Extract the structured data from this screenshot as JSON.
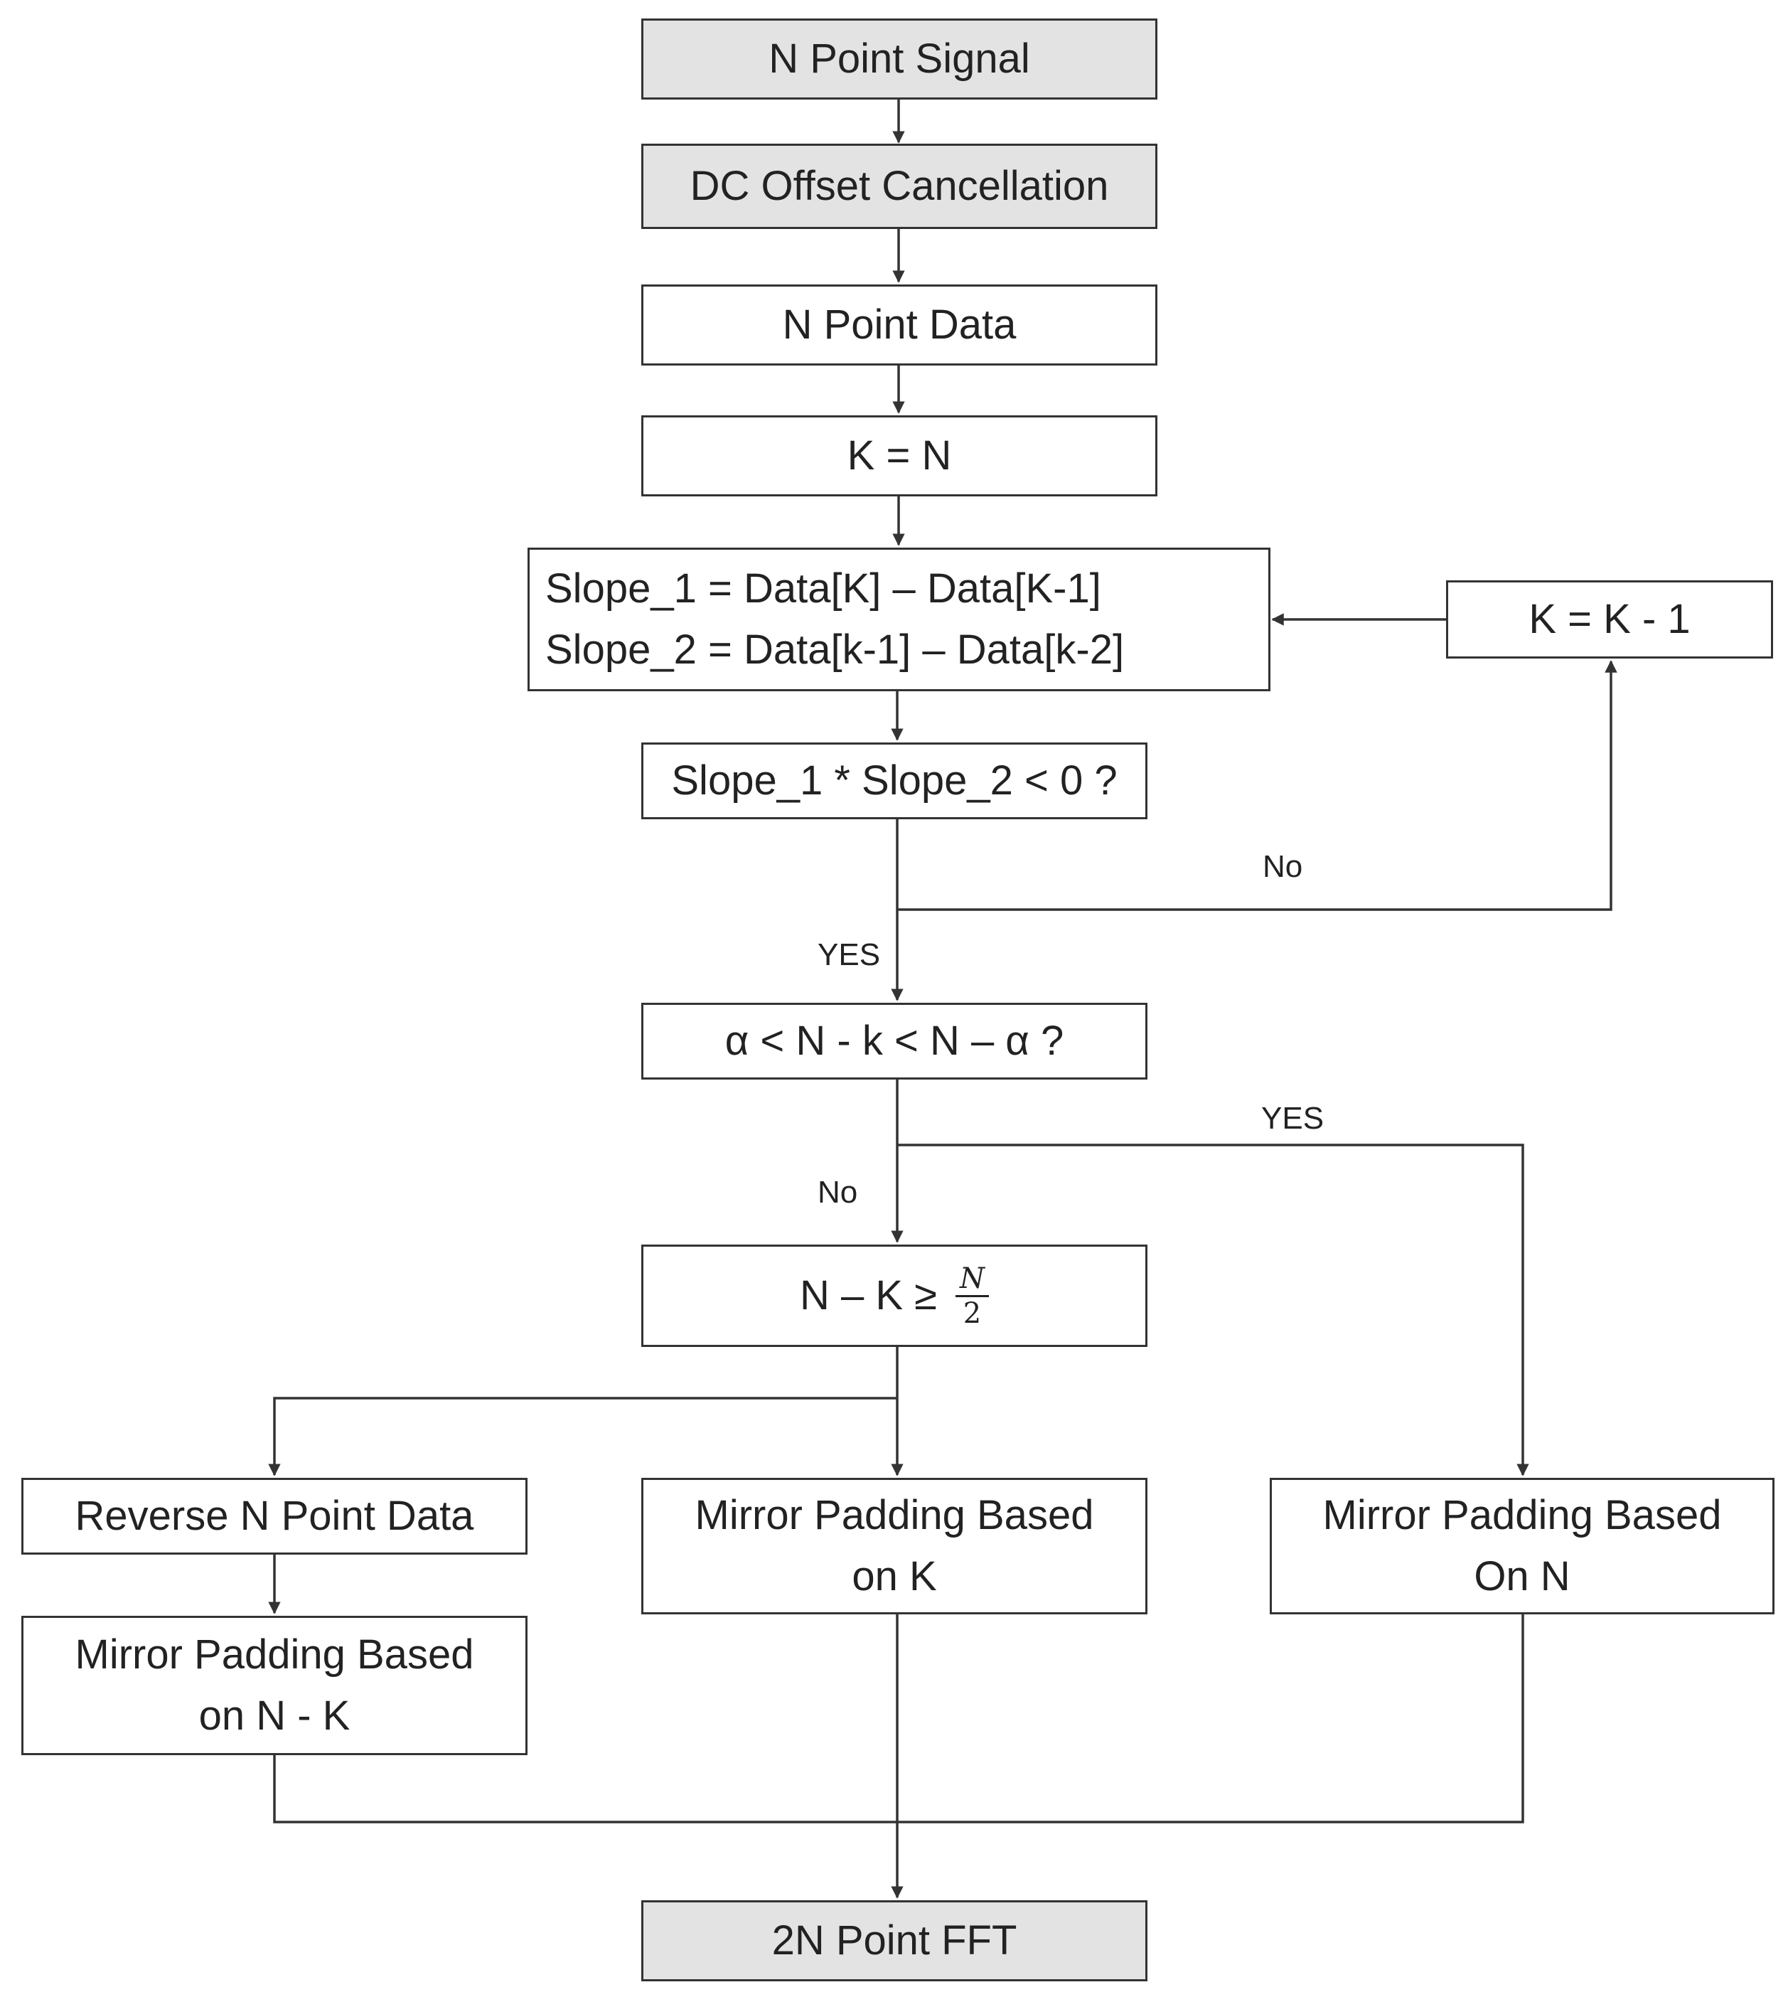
{
  "nodes": {
    "n_point_signal": "N Point Signal",
    "dc_offset": "DC Offset Cancellation",
    "n_point_data": "N Point Data",
    "k_equals_n": "K = N",
    "slope_line1": "Slope_1 = Data[K] – Data[K-1]",
    "slope_line2": "Slope_2 = Data[k-1] – Data[k-2]",
    "k_decrement": "K = K - 1",
    "slope_check": "Slope_1 * Slope_2 < 0 ?",
    "alpha_check": "α < N - k < N – α ?",
    "nk_check_prefix": "N – K ≥",
    "nk_check_num": "N",
    "nk_check_den": "2",
    "reverse_data": "Reverse N Point Data",
    "mirror_nk_line1": "Mirror Padding Based",
    "mirror_nk_line2": "on N - K",
    "mirror_k_line1": "Mirror Padding Based",
    "mirror_k_line2": "on K",
    "mirror_n_line1": "Mirror Padding Based",
    "mirror_n_line2": "On N",
    "fft": "2N Point FFT"
  },
  "edge_labels": {
    "slope_no": "No",
    "slope_yes": "YES",
    "alpha_yes": "YES",
    "alpha_no": "No"
  },
  "colors": {
    "line": "#333333",
    "highlight_fill": "#e3e3e3",
    "box_fill": "#ffffff"
  }
}
